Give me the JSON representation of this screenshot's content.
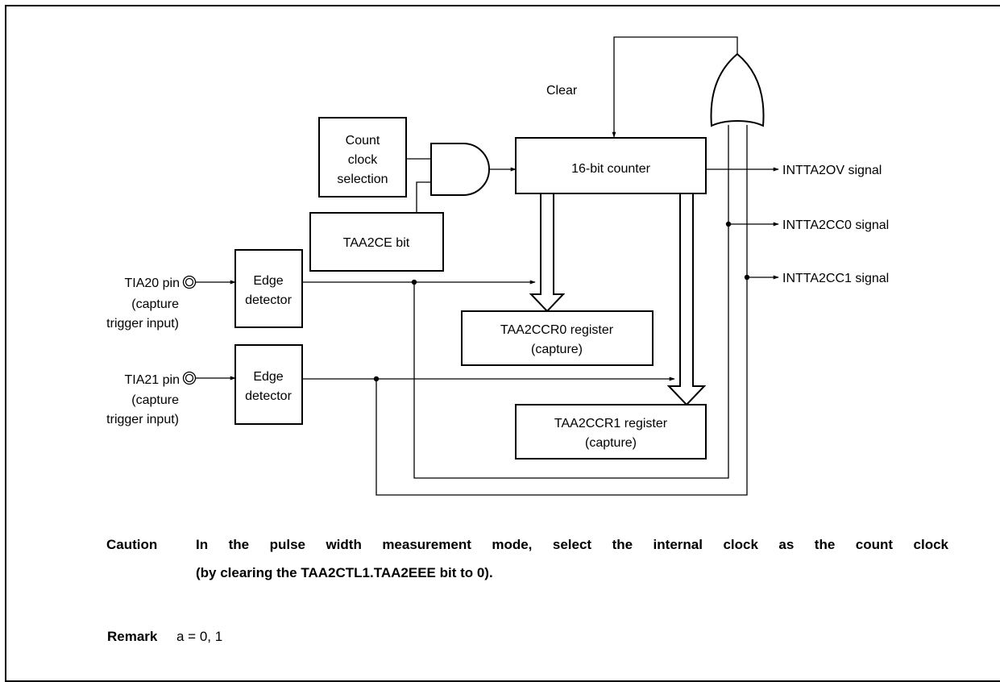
{
  "diagram": {
    "clear_label": "Clear",
    "count_clock": [
      "Count",
      "clock",
      "selection"
    ],
    "enable_bit": "TAA2CE bit",
    "counter": "16-bit counter",
    "tia20_pin": "TIA20 pin",
    "tia20_sub": [
      "(capture",
      "trigger input)"
    ],
    "tia21_pin": "TIA21 pin",
    "tia21_sub": [
      "(capture",
      "trigger input)"
    ],
    "edge0": [
      "Edge",
      "detector"
    ],
    "edge1": [
      "Edge",
      "detector"
    ],
    "ccr0": [
      "TAA2CCR0 register",
      "(capture)"
    ],
    "ccr1": [
      "TAA2CCR1 register",
      "(capture)"
    ],
    "outputs": {
      "ov": "INTTA2OV signal",
      "cc0": "INTTA2CC0 signal",
      "cc1": "INTTA2CC1 signal"
    }
  },
  "notes": {
    "caution_label": "Caution",
    "caution_line1": "In the pulse width measurement mode, select the internal clock as the count clock",
    "caution_line2": "(by clearing the TAA2CTL1.TAA2EEE bit to 0).",
    "remark_label": "Remark",
    "remark_text": "a = 0, 1"
  }
}
